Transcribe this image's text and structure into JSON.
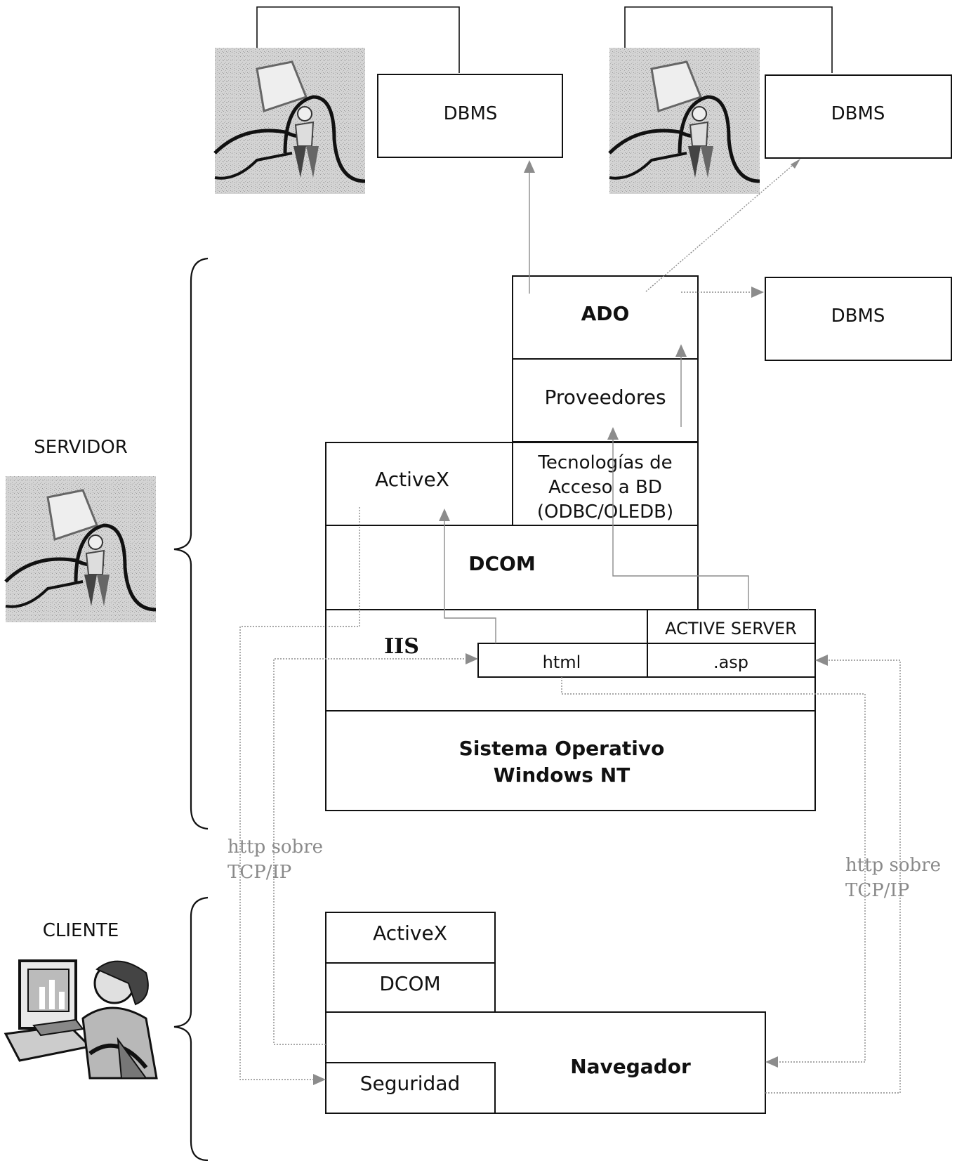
{
  "groups": {
    "server_label": "SERVIDOR",
    "client_label": "CLIENTE"
  },
  "databases": {
    "dbms_1": "DBMS",
    "dbms_2": "DBMS",
    "dbms_3": "DBMS"
  },
  "server_stack": {
    "ado": "ADO",
    "proveedores": "Proveedores",
    "activex": "ActiveX",
    "tecnologias": [
      "Tecnologías de",
      "Acceso a BD",
      "(ODBC/OLEDB)"
    ],
    "dcom": "DCOM",
    "iis": "IIS",
    "active_server": "ACTIVE SERVER",
    "html": "html",
    "asp": ".asp",
    "os": [
      "Sistema Operativo",
      "Windows NT"
    ]
  },
  "client_stack": {
    "activex": "ActiveX",
    "dcom": "DCOM",
    "seguridad": "Seguridad",
    "navegador": "Navegador"
  },
  "connections": {
    "left": [
      "http sobre",
      "TCP/IP"
    ],
    "right": [
      "http sobre",
      "TCP/IP"
    ]
  },
  "colors": {
    "line": "#111111",
    "flow": "#8c8c8c",
    "clipart_bg": "#cfcfcf"
  },
  "icons": [
    "server-person-icon",
    "server-person-icon",
    "server-person-icon",
    "client-computer-user-icon"
  ]
}
